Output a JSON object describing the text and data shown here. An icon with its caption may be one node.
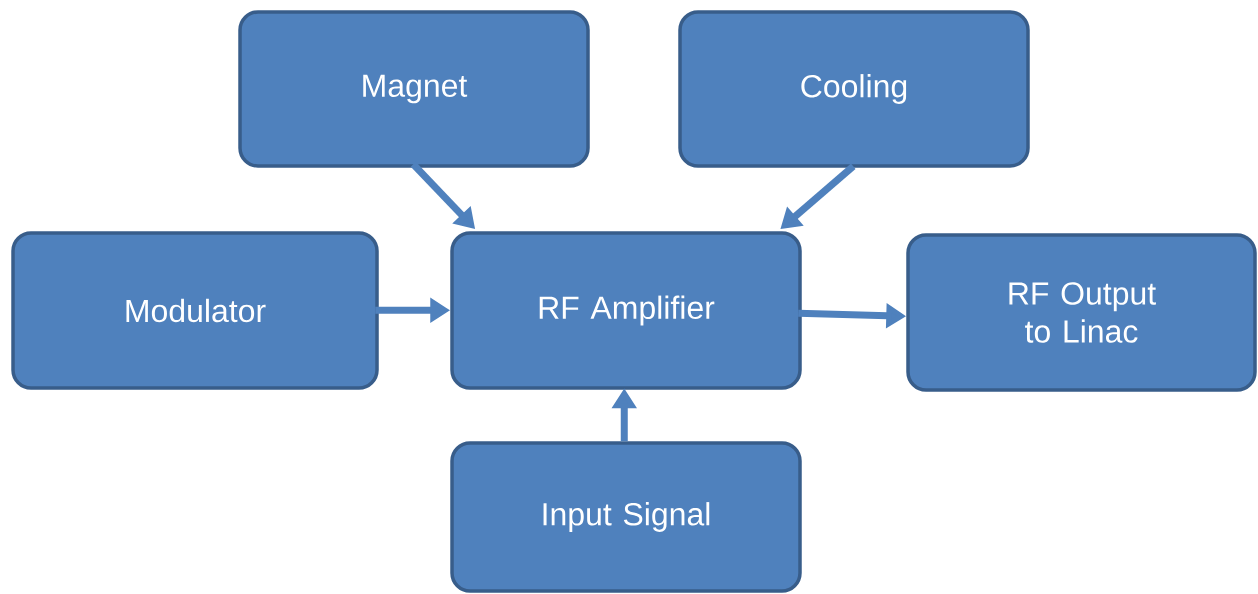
{
  "diagram": {
    "nodes": [
      {
        "text": [
          "Magnet"
        ]
      },
      {
        "text": [
          "Cooling"
        ]
      },
      {
        "text": [
          "Modulator"
        ]
      },
      {
        "text": [
          "RF Amplifier"
        ]
      },
      {
        "text": [
          "RF Output to Linac"
        ]
      },
      {
        "text": [
          "Input Signal"
        ]
      }
    ],
    "edges": [
      {
        "from": 0,
        "to": 3,
        "arrow": "to"
      },
      {
        "from": 1,
        "to": 3,
        "arrow": "to"
      },
      {
        "from": 2,
        "to": 3,
        "arrow": "to"
      },
      {
        "from": 3,
        "to": 4,
        "arrow": "to"
      },
      {
        "from": 5,
        "to": 3,
        "arrow": "to"
      }
    ]
  }
}
